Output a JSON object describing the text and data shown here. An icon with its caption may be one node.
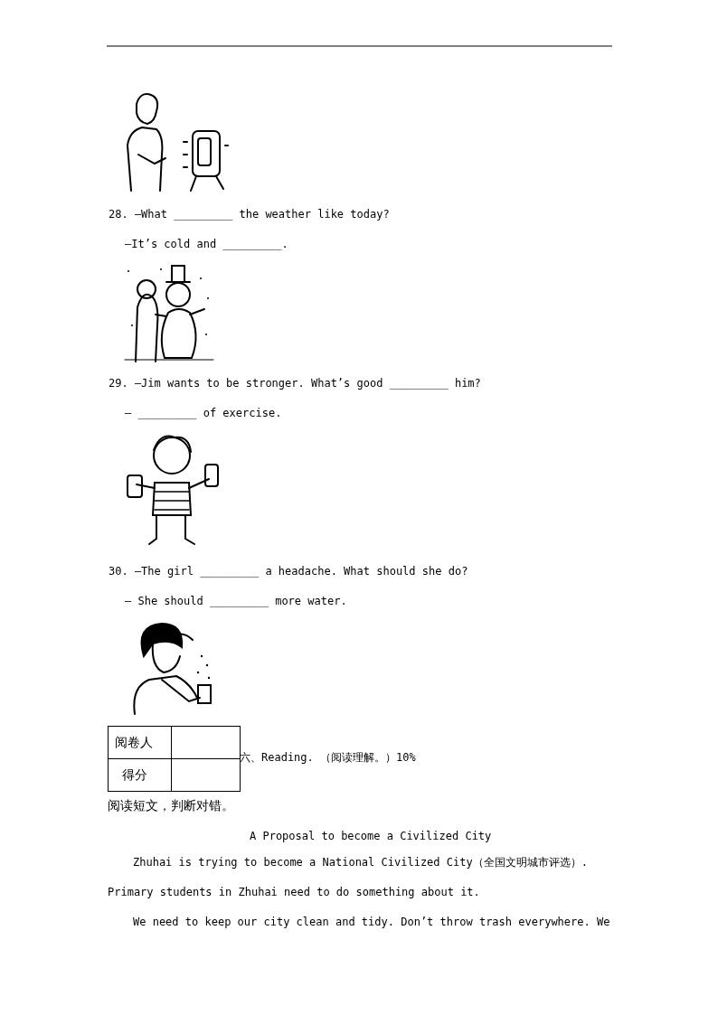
{
  "diagram": {
    "labels": [
      "28. —What _________ the weather like today?",
      "—It’s cold and _________.",
      "29. —Jim wants to be stronger. What’s good _________ him?",
      "— _________ of exercise.",
      "30. —The girl _________ a headache. What should she do?",
      "— She should _________ more water.",
      "阅卷人",
      "得分",
      "六、Reading. （阅读理解。）10%",
      "阅读短文，判断对错。",
      "A Proposal to become a Civilized City",
      "Zhuhai is trying to become a National Civilized City（全国文明城市评选）.",
      "Primary students in Zhuhai need to do something about it.",
      "We need to keep our city clean and tidy. Don’t throw trash everywhere. We"
    ]
  }
}
